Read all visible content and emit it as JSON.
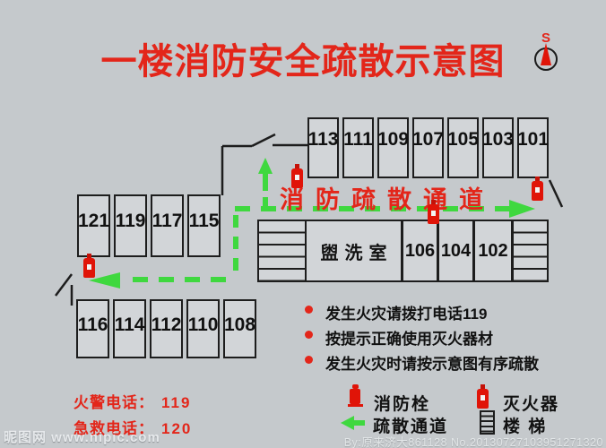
{
  "title": "一楼消防安全疏散示意图",
  "compass": {
    "label": "S"
  },
  "corridor": {
    "label": "消防疏散通道"
  },
  "rooms": {
    "top_row": [
      "113",
      "111",
      "109",
      "107",
      "105",
      "103",
      "101"
    ],
    "left_block": [
      "121",
      "119",
      "117",
      "115"
    ],
    "bottom_row": [
      "116",
      "114",
      "112",
      "110",
      "108"
    ],
    "middle": {
      "washroom": "盥洗室",
      "rooms": [
        "106",
        "104",
        "102"
      ]
    }
  },
  "notices": [
    "发生火灾请拨打电话119",
    "按提示正确使用灭火器材",
    "发生火灾时请按示意图有序疏散"
  ],
  "phones": [
    {
      "label": "火警电话：",
      "number": "119"
    },
    {
      "label": "急救电话：",
      "number": "120"
    }
  ],
  "legend": [
    {
      "icon": "fire-hydrant-icon",
      "label": "消防栓"
    },
    {
      "icon": "fire-extinguisher-icon",
      "label": "灭火器"
    },
    {
      "icon": "evacuation-route-icon",
      "label": "疏散通道"
    },
    {
      "icon": "stairs-icon",
      "label": "楼 梯"
    }
  ],
  "watermarks": {
    "site": "昵图网 www.nipic.com",
    "credit": "By:原来济大861128  No.20130727103951271320"
  },
  "colors": {
    "background": "#c5c9cc",
    "room_fill": "#d2d5d8",
    "accent_red": "#e3261a",
    "route_green": "#3fd83f",
    "wall": "#1d1d1d"
  }
}
